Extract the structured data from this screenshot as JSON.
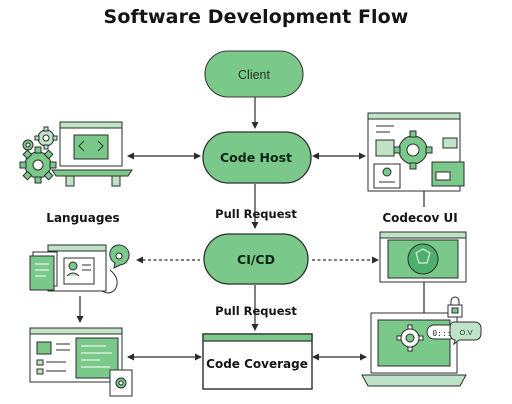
{
  "title": "Software Development Flow",
  "nodes": {
    "client": "Client",
    "code_host": "Code Host",
    "cicd": "CI/CD",
    "code_coverage": "Code Coverage"
  },
  "edges": {
    "pull_request_top": "Pull Request",
    "pull_request_bottom": "Pull Request"
  },
  "side_labels": {
    "languages": "Languages",
    "codecov_ui": "Codecov UI"
  },
  "illustrations": {
    "bubble_text": "O.V",
    "chip_text": "0:::"
  },
  "colors": {
    "pill_fill": "#7ac98b",
    "accent_green": "#4caf6a",
    "light_green": "#bfe3c7",
    "stroke_dark": "#2c2c2c"
  }
}
